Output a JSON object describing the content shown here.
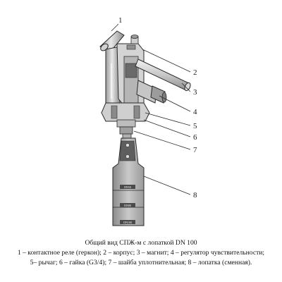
{
  "figure": {
    "title": "Общий вид СПЖ-м с лопаткой DN 100",
    "legend_lines": [
      "1 – контактное реле (геркон); 2 – корпус; 3 – магнит; 4 – регулятор чувствительности;",
      "5– рычаг; 6 – гайка (G3/4); 7 – шайба уплотнительная; 8 – лопатка (сменная)."
    ]
  },
  "callouts": [
    "1",
    "2",
    "3",
    "4",
    "5",
    "6",
    "7",
    "8"
  ],
  "paddle_marks": [
    "DN50",
    "DN80",
    "DN100"
  ],
  "colors": {
    "line": "#2a2a2a",
    "body_fill": "#d9d9d9",
    "shadow_fill": "#a9a9a9",
    "dark_fill": "#5e5e5e",
    "paddle_fill": "#bdbdbd"
  }
}
